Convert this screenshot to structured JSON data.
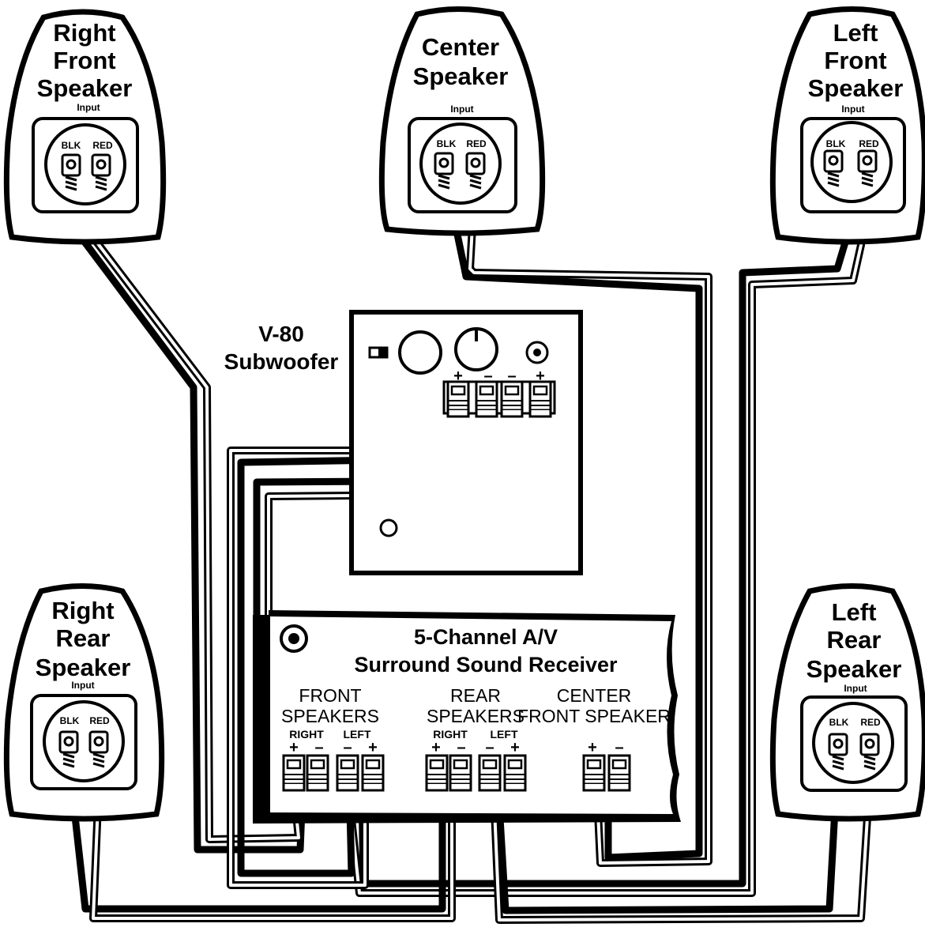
{
  "speakers": {
    "right_front": {
      "line1": "Right",
      "line2": "Front",
      "line3": "Speaker",
      "input": "Input",
      "blk": "BLK",
      "red": "RED"
    },
    "center": {
      "line1": "Center",
      "line2": "Speaker",
      "input": "Input",
      "blk": "BLK",
      "red": "RED"
    },
    "left_front": {
      "line1": "Left",
      "line2": "Front",
      "line3": "Speaker",
      "input": "Input",
      "blk": "BLK",
      "red": "RED"
    },
    "right_rear": {
      "line1": "Right",
      "line2": "Rear",
      "line3": "Speaker",
      "input": "Input",
      "blk": "BLK",
      "red": "RED"
    },
    "left_rear": {
      "line1": "Left",
      "line2": "Rear",
      "line3": "Speaker",
      "input": "Input",
      "blk": "BLK",
      "red": "RED"
    }
  },
  "subwoofer": {
    "line1": "V-80",
    "line2": "Subwoofer",
    "polarity": [
      "+",
      "–",
      "–",
      "+"
    ]
  },
  "receiver": {
    "title_line1": "5-Channel A/V",
    "title_line2": "Surround Sound Receiver",
    "front": {
      "line1": "FRONT",
      "line2": "SPEAKERS",
      "right": "RIGHT",
      "left": "LEFT",
      "polarity": [
        "+",
        "–",
        "–",
        "+"
      ]
    },
    "rear": {
      "line1": "REAR",
      "line2": "SPEAKERS",
      "right": "RIGHT",
      "left": "LEFT",
      "polarity": [
        "+",
        "–",
        "–",
        "+"
      ]
    },
    "center": {
      "line1": "CENTER",
      "line2": "FRONT SPEAKER",
      "polarity": [
        "+",
        "–"
      ]
    }
  }
}
